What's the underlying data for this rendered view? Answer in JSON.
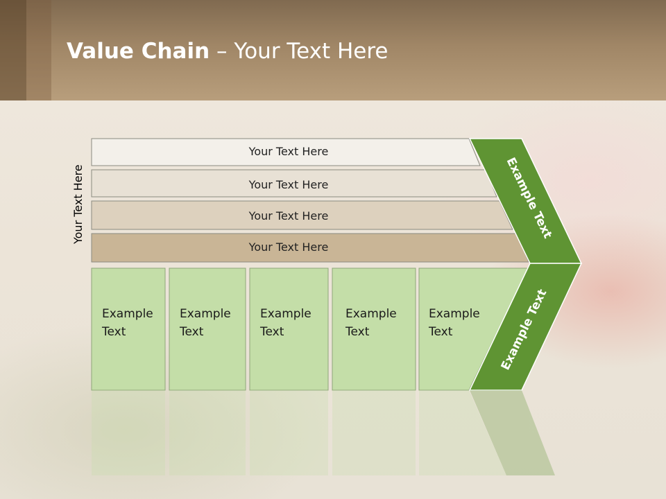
{
  "title": {
    "bold": "Value Chain",
    "rest": " – Your Text Here"
  },
  "side_label": "Your Text Here",
  "bars": [
    "Your Text Here",
    "Your Text Here",
    "Your Text Here",
    "Your Text Here"
  ],
  "boxes": [
    {
      "line1": "Example",
      "line2": "Text"
    },
    {
      "line1": "Example",
      "line2": "Text"
    },
    {
      "line1": "Example",
      "line2": "Text"
    },
    {
      "line1": "Example",
      "line2": "Text"
    },
    {
      "line1": "Example",
      "line2": "Text"
    }
  ],
  "arrow_upper": "Example Text",
  "arrow_lower": "Example Text",
  "colors": {
    "header": "#a08666",
    "arrow": "#5f9433",
    "box_fill": "#c4dea8",
    "bar_fills": [
      "#f3f0ea",
      "#e8e1d5",
      "#ddd1be",
      "#c9b596"
    ]
  }
}
